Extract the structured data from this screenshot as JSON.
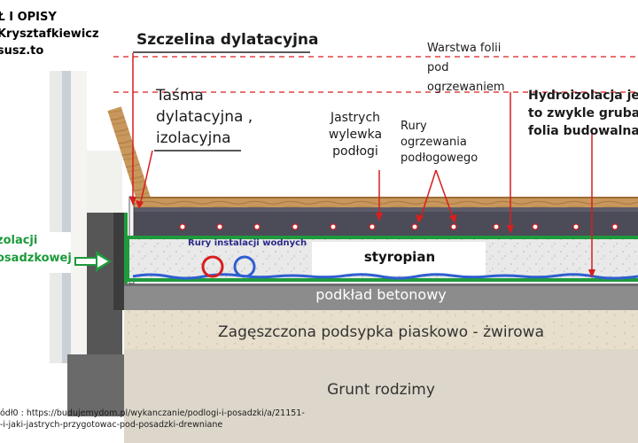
{
  "credit": {
    "line1": "SŁ I OPISY",
    "line2": "j Krysztafkiewicz",
    "line3": "osusz.to"
  },
  "labels": {
    "expansion_gap": "Szczelina dylatacyjna",
    "tape_line1": "Taśma",
    "tape_line2": "dylatacyjna ,",
    "tape_line3": "izolacyjna",
    "screed_line1": "Jastrych",
    "screed_line2": "wylewka",
    "screed_line3": "podłogi",
    "heating_pipes_line1": "Rury",
    "heating_pipes_line2": "ogrzewania",
    "heating_pipes_line3": "podłogowego",
    "foil_line1": "Warstwa folii",
    "foil_line2": "pod",
    "foil_line3": "ogrzewaniem",
    "waterproof_line1": "Hydroizolacja je",
    "waterproof_line2": "to zwykle gruba",
    "waterproof_line3": "folia budowalna",
    "insulation_line1": "zolacji",
    "insulation_line2": "osadzkowej",
    "water_pipes": "Rury instalacji wodnych",
    "styrofoam": "styropian",
    "concrete_base": "podkład betonowy",
    "gravel_bed": "Zagęszczona podsypka piaskowo - żwirowa",
    "native_soil": "Grunt rodzimy"
  },
  "source": {
    "line1": "ódł0 : https://budujemydom.pl/wykanczanie/podlogi-i-posadzki/a/21151-",
    "line2": "-i-jaki-jastrych-przygotowac-pod-posadzki-drewniane"
  },
  "colors": {
    "arrow_red": "#d81e1e",
    "insulation_green": "#1f9a3c",
    "waterproofing_blue": "#2f5fd0",
    "concrete": "#8e8e8e",
    "gravel": "#e6ddca",
    "soil": "#ddd8cd",
    "screed": "#4a4a56",
    "wood": "#c89a62"
  }
}
